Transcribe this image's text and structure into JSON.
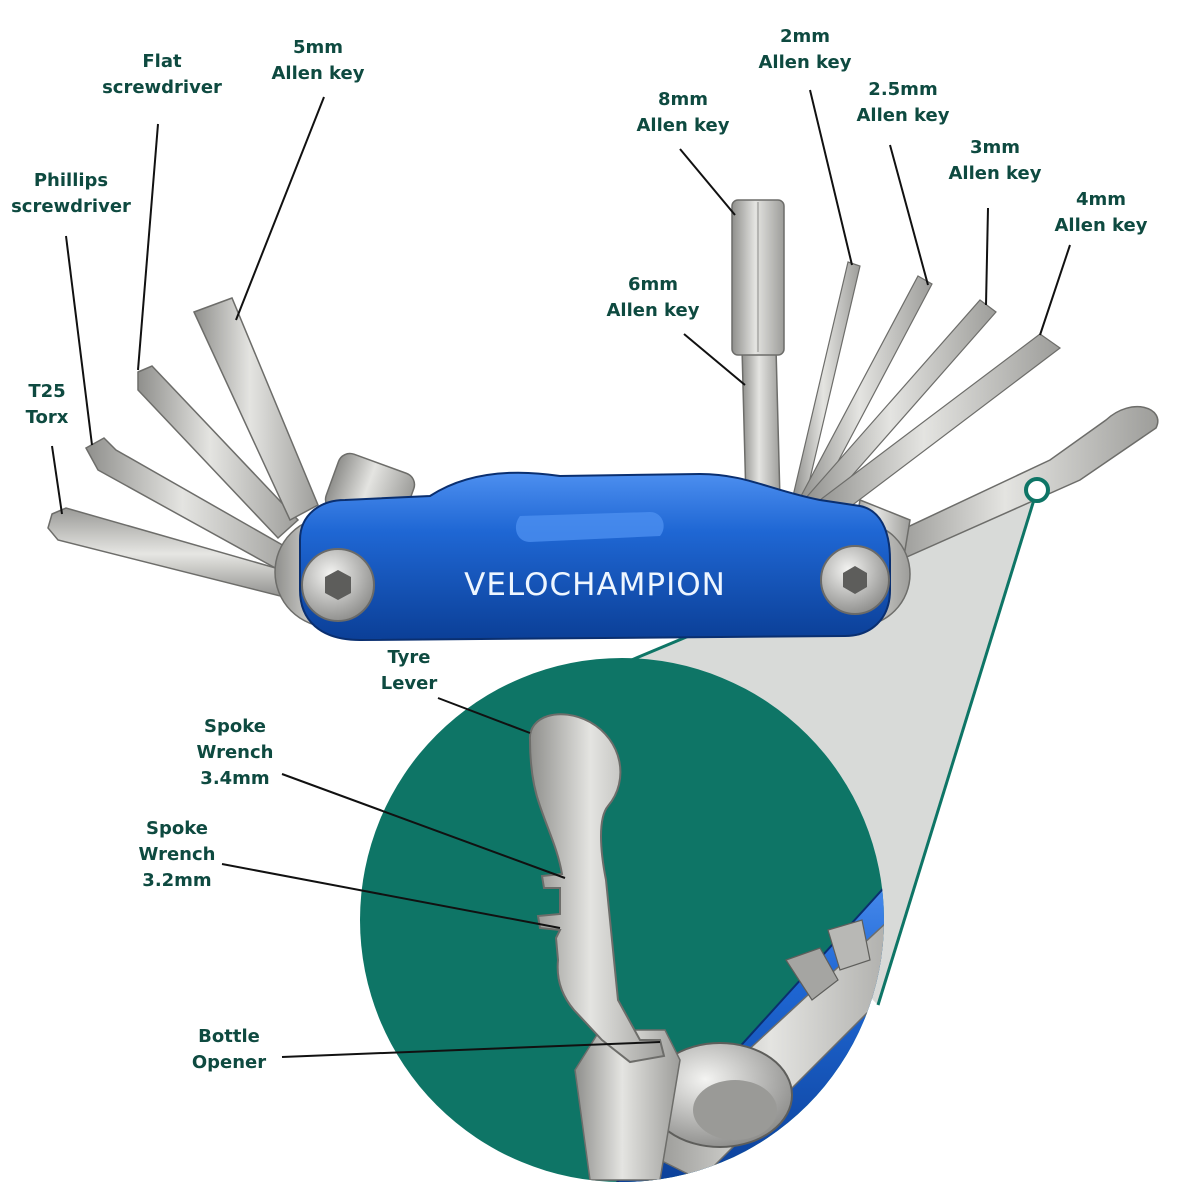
{
  "brand": "VELOCHAMPION",
  "colors": {
    "label": "#0e4a40",
    "accent": "#0e7566",
    "body_blue": "#1f67d4",
    "steel": "#c9c9c6"
  },
  "labels": {
    "t25": [
      "T25",
      "Torx"
    ],
    "phillips": [
      "Phillips",
      "screwdriver"
    ],
    "flat": [
      "Flat",
      "screwdriver"
    ],
    "allen5": [
      "5mm",
      "Allen key"
    ],
    "allen8": [
      "8mm",
      "Allen key"
    ],
    "allen6": [
      "6mm",
      "Allen key"
    ],
    "allen2": [
      "2mm",
      "Allen key"
    ],
    "allen25": [
      "2.5mm",
      "Allen key"
    ],
    "allen3": [
      "3mm",
      "Allen key"
    ],
    "allen4": [
      "4mm",
      "Allen key"
    ],
    "tyre": [
      "Tyre",
      "Lever"
    ],
    "spoke34": [
      "Spoke",
      "Wrench",
      "3.4mm"
    ],
    "spoke32": [
      "Spoke",
      "Wrench",
      "3.2mm"
    ],
    "bottle": [
      "Bottle",
      "Opener"
    ]
  }
}
